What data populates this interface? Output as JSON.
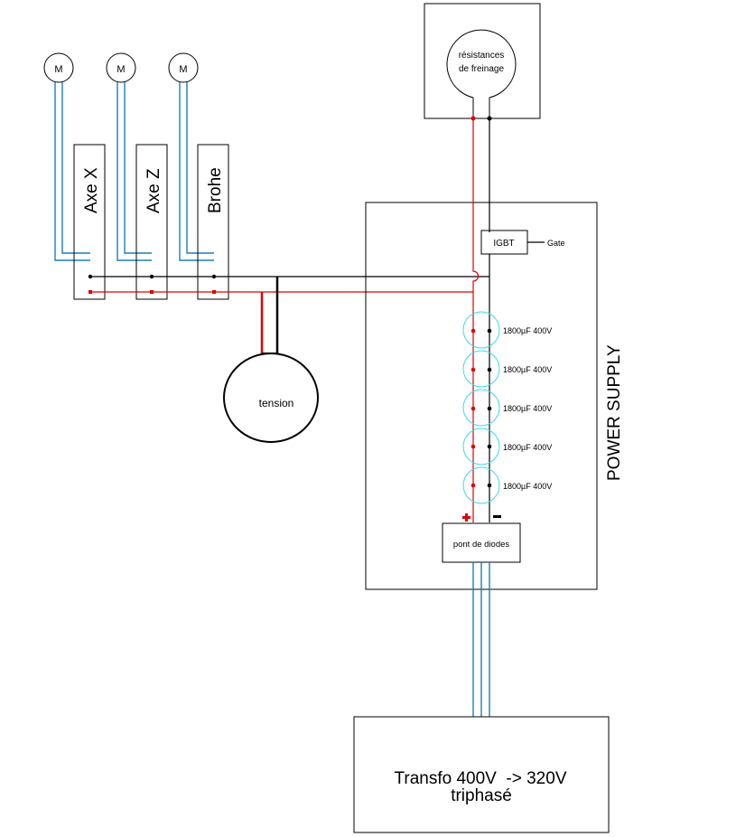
{
  "diagram": {
    "motors": [
      {
        "label": "M",
        "driver": "Axe X"
      },
      {
        "label": "M",
        "driver": "Axe Z"
      },
      {
        "label": "M",
        "driver": "Brohe"
      }
    ],
    "drivers": [
      "Axe X",
      "Axe Z",
      "Brohe"
    ],
    "tension_label": "tension",
    "braking_resistor_label_line1": "résistances",
    "braking_resistor_label_line2": "de freinage",
    "igbt_label": "IGBT",
    "gate_label": "Gate",
    "capacitors": [
      {
        "label": "1800µF 400V"
      },
      {
        "label": "1800µF 400V"
      },
      {
        "label": "1800µF 400V"
      },
      {
        "label": "1800µF 400V"
      },
      {
        "label": "1800µF 400V"
      }
    ],
    "plus_sign": "+",
    "minus_sign": "−",
    "diode_bridge_label": "pont de diodes",
    "power_supply_label": "POWER SUPPLY",
    "transformer_label_line1": "Transfo 400V  -> 320V",
    "transformer_label_line2": "triphasé",
    "colors": {
      "positive": "#e00000",
      "negative": "#000000",
      "phase": "#1a7fbf",
      "capacitor": "#38dcea"
    }
  }
}
